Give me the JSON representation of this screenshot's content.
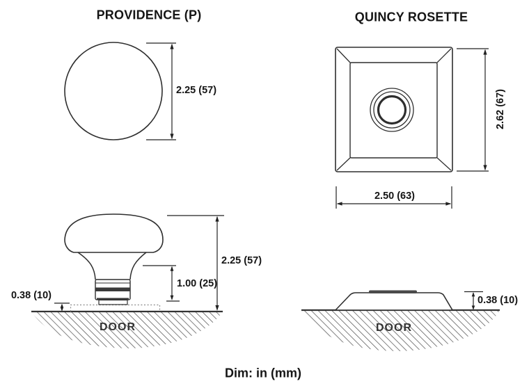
{
  "caption": "Dim: in (mm)",
  "providence": {
    "title": "PROVIDENCE (P)",
    "front_view": {
      "diameter_label": "2.25 (57)"
    },
    "side_view": {
      "height_label": "2.25 (57)",
      "shank_label": "1.00 (25)",
      "base_thickness_label": "0.38 (10)",
      "door_label": "DOOR"
    }
  },
  "quincy": {
    "title": "QUINCY ROSETTE",
    "front_view": {
      "height_label": "2.62 (67)",
      "width_label": "2.50 (63)"
    },
    "side_view": {
      "thickness_label": "0.38 (10)",
      "door_label": "DOOR"
    }
  },
  "colors": {
    "line": "#2e2e2e",
    "dim_line": "#222222",
    "hatch": "#585858",
    "text": "#151515"
  }
}
